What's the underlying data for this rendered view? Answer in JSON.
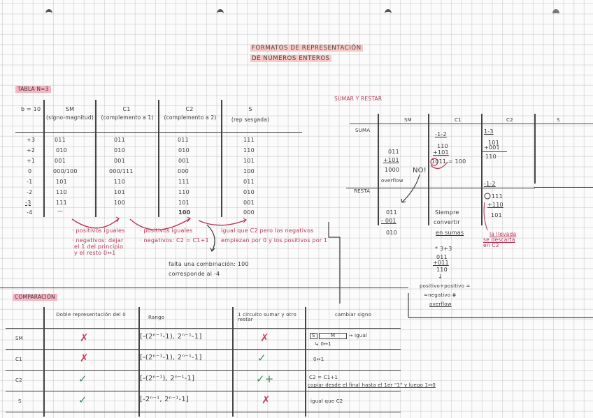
{
  "page": {
    "title_line1": "FORMATOS DE REPRESENTACIÓN",
    "title_line2": "DE NÚMEROS ENTEROS"
  },
  "tabla": {
    "label": "TABLA N=3",
    "headers": [
      {
        "name": "b = 10",
        "sub": ""
      },
      {
        "name": "SM",
        "sub": "(signo-magnitud)"
      },
      {
        "name": "C1",
        "sub": "(complemento a 1)"
      },
      {
        "name": "C2",
        "sub": "(complemento a 2)"
      },
      {
        "name": "S",
        "sub": "(rep sesgada)"
      }
    ],
    "rows": [
      {
        "b10": "+3",
        "sm": "011",
        "c1": "011",
        "c2": "011",
        "s": "111"
      },
      {
        "b10": "+2",
        "sm": "010",
        "c1": "010",
        "c2": "010",
        "s": "110"
      },
      {
        "b10": "+1",
        "sm": "001",
        "c1": "001",
        "c2": "001",
        "s": "101"
      },
      {
        "b10": "0",
        "sm": "000/100",
        "c1": "000/111",
        "c2": "000",
        "s": "100"
      },
      {
        "b10": "-1",
        "sm": "101",
        "c1": "110",
        "c2": "111",
        "s": "011"
      },
      {
        "b10": "-2",
        "sm": "110",
        "c1": "101",
        "c2": "110",
        "s": "010"
      },
      {
        "b10": "-3",
        "sm": "111",
        "c1": "100",
        "c2": "101",
        "s": "001"
      },
      {
        "b10": "-4",
        "sm": "—",
        "c1": "",
        "c2": "100",
        "s": "000"
      }
    ],
    "notes": {
      "sm_to_c1": [
        "· positivos iguales",
        "· negativos: dejar",
        "el 1 del principio",
        "y el resto 0↔1"
      ],
      "c1_to_c2": [
        "· positivos iguales",
        "· negativos: C2 = C1+1"
      ],
      "c2_to_s": [
        "igual que C2 pero los negativos",
        "empiezan por 0 y los positivos por 1"
      ],
      "falta": [
        "falta una combinación: 100",
        "corresponde al -4"
      ]
    }
  },
  "sumar_restar": {
    "label": "SUMAR Y RESTAR",
    "columns": [
      "SM",
      "C1",
      "C2",
      "S"
    ],
    "rows": [
      "SUMA",
      "RESTA"
    ],
    "suma_sm": {
      "a": "011",
      "b": "+101",
      "result": "1000",
      "note": "NO!",
      "overflow": "overflow"
    },
    "suma_c1": {
      "title": "-1-2",
      "a": "110",
      "b": "+101",
      "result": "1011 = 100",
      "carry": "1"
    },
    "suma_c2": {
      "title": "1-3",
      "a": "101",
      "b": "+001",
      "result": "110"
    },
    "resta_sm": {
      "a": "011",
      "b": "- 001",
      "result": "010"
    },
    "resta_c1": {
      "line1": "Siempre",
      "line2": "convertir",
      "line3": "en sumas",
      "example": "* 3+3",
      "a": "011",
      "b": "+011",
      "result": "110",
      "conclusion1": "positivo+positivo =",
      "conclusion2": "=negativo ⋕",
      "conclusion3": "overflow"
    },
    "resta_c2": {
      "title": "-1-2",
      "carry": "1",
      "a": "111",
      "b": "+110",
      "result": "101",
      "note1": "la llevada",
      "note2": "se descarta",
      "note3": "en C2"
    }
  },
  "comparacion": {
    "label": "COMPARACIÓN",
    "headers": [
      "",
      "Doble representación del 0",
      "Rango",
      "1 circuito sumar y otro restar",
      "cambiar signo"
    ],
    "rows": [
      {
        "fmt": "SM",
        "doble": "✗",
        "rango": "[-(2ⁿ⁻¹-1), 2ⁿ⁻¹-1]",
        "circuito": "✗",
        "signo_box_s": "S",
        "signo_box_m": "M",
        "signo_arrow": "→ igual",
        "signo_sub": "↳ 0↔1"
      },
      {
        "fmt": "C1",
        "doble": "✗",
        "rango": "[-(2ⁿ⁻¹-1), 2ⁿ⁻¹-1]",
        "circuito": "✓",
        "signo": "0↔1"
      },
      {
        "fmt": "C2",
        "doble": "✓",
        "rango": "[-(2ⁿ⁻¹), 2ⁿ⁻¹-1]",
        "circuito": "✓+",
        "signo": "C2 = C1+1",
        "signo2": "copiar desde el final hasta el 1er \"1\" y luego 1↔0"
      },
      {
        "fmt": "S",
        "doble": "✓",
        "rango": "[-2ⁿ⁻¹, 2ⁿ⁻¹-1]",
        "circuito": "✗",
        "signo": "igual que C2"
      }
    ]
  },
  "colors": {
    "ink": "#3a3a3a",
    "red_ink": "#b8375a",
    "green_ink": "#3d8a5e",
    "highlight": "#f5b5c4"
  }
}
